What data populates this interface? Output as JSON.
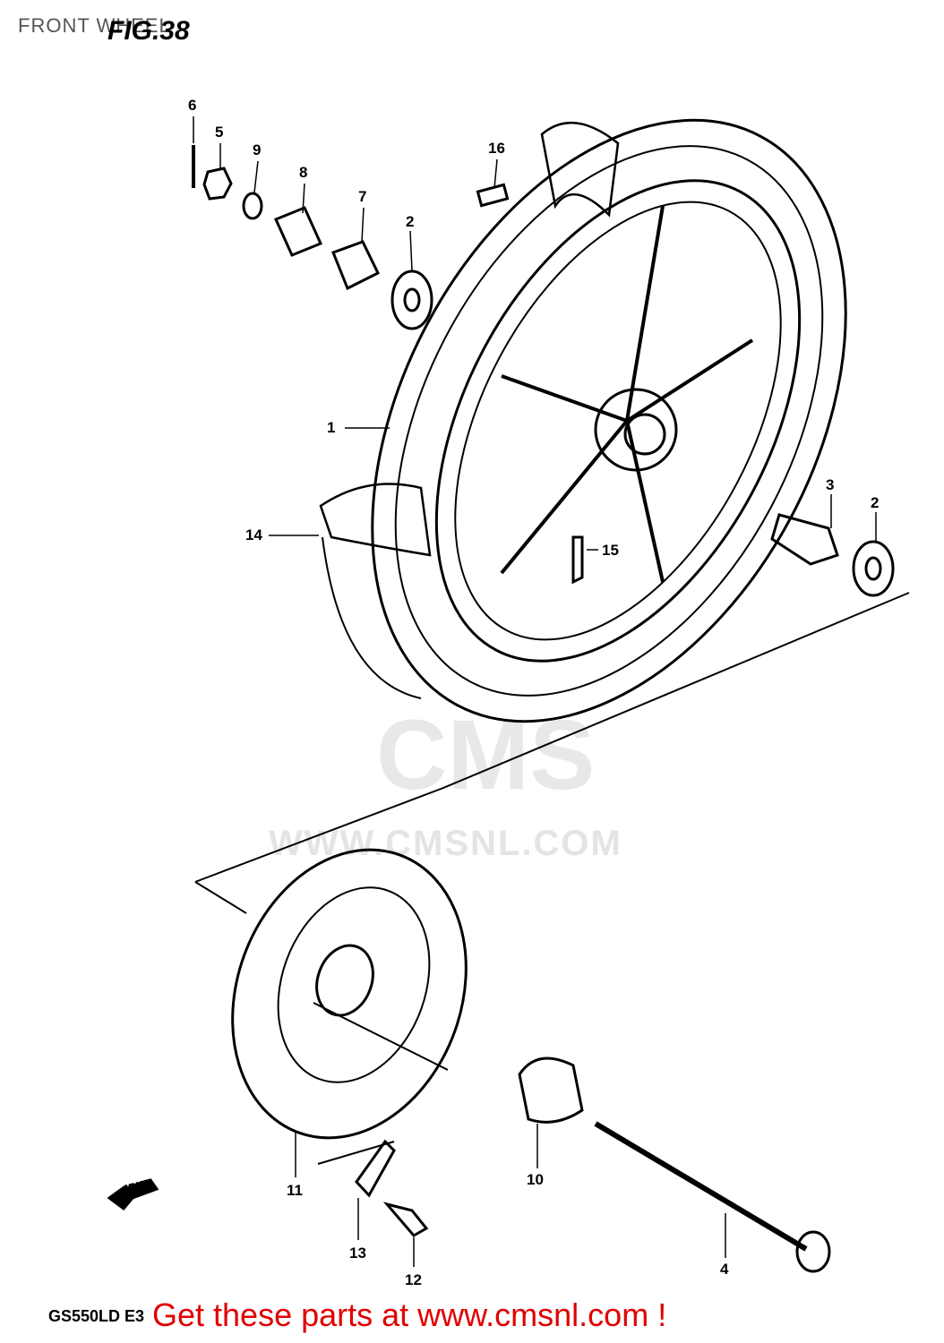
{
  "header": {
    "section_title": "FRONT WHEEL",
    "figure_label": "FIG.38"
  },
  "watermark": {
    "logo": "CMS",
    "url": "WWW.CMSNL.COM"
  },
  "model_code": "GS550LD E3",
  "promo_text": "Get these parts at www.cmsnl.com !",
  "fwd_label": "FWD",
  "callouts": [
    "1",
    "2",
    "2",
    "3",
    "4",
    "5",
    "6",
    "7",
    "8",
    "9",
    "10",
    "11",
    "12",
    "13",
    "14",
    "15",
    "16"
  ],
  "colors": {
    "promo": "#e10000",
    "line": "#000000",
    "watermark": "#e4e4e4"
  }
}
